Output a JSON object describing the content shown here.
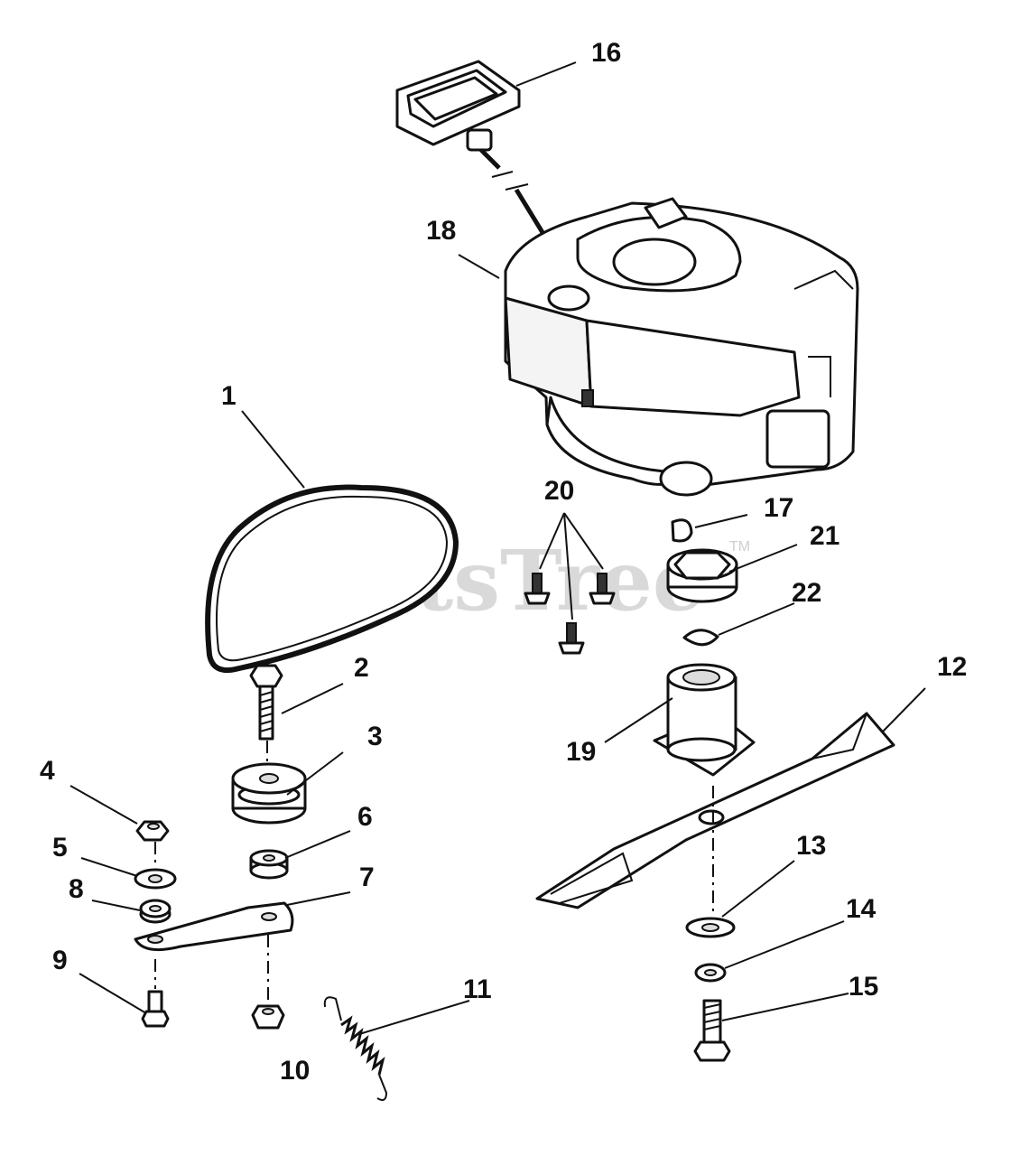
{
  "watermark": {
    "text": "PartsTree",
    "trademark": "TM"
  },
  "callouts": [
    {
      "id": "1",
      "text": "1"
    },
    {
      "id": "2",
      "text": "2"
    },
    {
      "id": "3",
      "text": "3"
    },
    {
      "id": "4",
      "text": "4"
    },
    {
      "id": "5",
      "text": "5"
    },
    {
      "id": "6",
      "text": "6"
    },
    {
      "id": "7",
      "text": "7"
    },
    {
      "id": "8",
      "text": "8"
    },
    {
      "id": "9",
      "text": "9"
    },
    {
      "id": "10",
      "text": "10"
    },
    {
      "id": "11",
      "text": "11"
    },
    {
      "id": "12",
      "text": "12"
    },
    {
      "id": "13",
      "text": "13"
    },
    {
      "id": "14",
      "text": "14"
    },
    {
      "id": "15",
      "text": "15"
    },
    {
      "id": "16",
      "text": "16"
    },
    {
      "id": "17",
      "text": "17"
    },
    {
      "id": "18",
      "text": "18"
    },
    {
      "id": "19",
      "text": "19"
    },
    {
      "id": "20",
      "text": "20"
    },
    {
      "id": "21",
      "text": "21"
    },
    {
      "id": "22",
      "text": "22"
    }
  ]
}
